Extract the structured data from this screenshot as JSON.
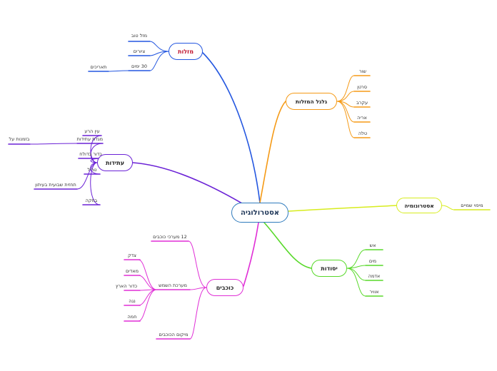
{
  "root": {
    "label": "אסטרולוגיה",
    "color": "#2f7bbd"
  },
  "branches": {
    "mazalot": {
      "label": "מזלות",
      "color": "#2457e0",
      "text_color": "#c0142e",
      "leaves": [
        "מזל טוב",
        "ציורים",
        "30 ימים",
        "תאריכים"
      ]
    },
    "galgal": {
      "label": "גלגל המזלות",
      "color": "#f59a16",
      "text_color": "#222",
      "leaves": [
        "שור",
        "סרטן",
        "עקרב",
        "אריה",
        "טלה"
      ]
    },
    "astronomia": {
      "label": "אסטרונומיה",
      "color": "#d7ec1e",
      "text_color": "#222",
      "leaves": [
        "מיפוי שמיים"
      ]
    },
    "yesodot": {
      "label": "יסודות",
      "color": "#58d92a",
      "text_color": "#222",
      "leaves": [
        "אש",
        "מים",
        "אדמה",
        "אוויר"
      ]
    },
    "kochavim": {
      "label": "כוכבים",
      "color": "#e02ed6",
      "text_color": "#222",
      "leaves": [
        "12 מערכי כוכבים",
        "מערכת השמש",
        "צדק",
        "מאדים",
        "כדור הארץ",
        "נגה",
        "חמה",
        "מיקום הכוכבים"
      ]
    },
    "atidot": {
      "label": "עתידות",
      "color": "#6b22d6",
      "text_color": "#222",
      "leaves": [
        "עין הרע",
        "מגדת עתידות",
        "בזמנות על",
        "כדור בדולח",
        "טריל",
        "תחזית שבועית בעיתון",
        "בוזקה"
      ]
    }
  }
}
